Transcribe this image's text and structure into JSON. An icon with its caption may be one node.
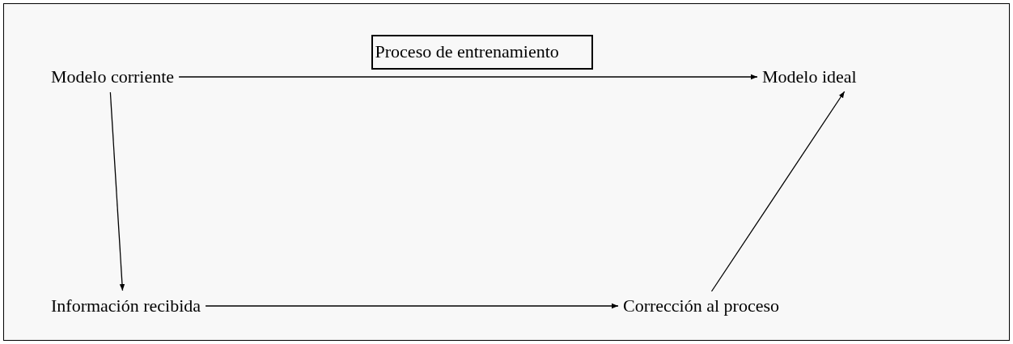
{
  "diagram": {
    "nodes": [
      {
        "text": [
          "Modelo corriente"
        ]
      },
      {
        "text": [
          "Modelo ideal"
        ]
      },
      {
        "text": [
          "Información recibida"
        ]
      },
      {
        "text": [
          "Corrección al proceso"
        ]
      }
    ],
    "edges": [
      {
        "from": 0,
        "to": 1,
        "arrow": "to",
        "label": "Proceso de entrenamiento"
      },
      {
        "from": 0,
        "to": 2,
        "arrow": "to"
      },
      {
        "from": 2,
        "to": 3,
        "arrow": "to"
      },
      {
        "from": 3,
        "to": 1,
        "arrow": "to"
      }
    ]
  }
}
